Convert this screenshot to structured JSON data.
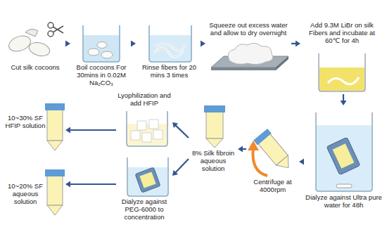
{
  "diagram": {
    "nodes": [
      {
        "text": [
          "Cut silk cocoons"
        ]
      },
      {
        "text": [
          "Boil cocoons For 30mins in 0.02M Na₂CO₃"
        ]
      },
      {
        "text": [
          "Rinse fibers for 20 mins 3 times"
        ]
      },
      {
        "text": [
          "Squeeze out excess water and allow to dry overnight"
        ]
      },
      {
        "text": [
          "Add 9.3M LiBr on silk Fibers and incubate at 60℃ for 4h"
        ]
      },
      {
        "text": [
          "Dialyze against Ultra pure water for 48h"
        ]
      },
      {
        "text": [
          "Centrifuge at 4000rpm"
        ]
      },
      {
        "text": [
          "8% Silk fibroin aqueous solution"
        ]
      },
      {
        "text": [
          "Lyophilization and add HFIP"
        ]
      },
      {
        "text": [
          "Dialyze against PEG-6000 to concentration"
        ]
      },
      {
        "text": [
          "10~30% SF HFIP solution"
        ]
      },
      {
        "text": [
          "10~20% SF aqueous solution"
        ]
      }
    ],
    "edges": [
      {
        "from": 0,
        "to": 1,
        "arrow": "to"
      },
      {
        "from": 1,
        "to": 2,
        "arrow": "to"
      },
      {
        "from": 2,
        "to": 3,
        "arrow": "to"
      },
      {
        "from": 3,
        "to": 4,
        "arrow": "to"
      },
      {
        "from": 4,
        "to": 5,
        "arrow": "to"
      },
      {
        "from": 5,
        "to": 6,
        "arrow": "to"
      },
      {
        "from": 6,
        "to": 7,
        "arrow": "to"
      },
      {
        "from": 7,
        "to": 8,
        "arrow": "to"
      },
      {
        "from": 7,
        "to": 9,
        "arrow": "to"
      },
      {
        "from": 8,
        "to": 10,
        "arrow": "to"
      },
      {
        "from": 9,
        "to": 11,
        "arrow": "to"
      }
    ]
  }
}
